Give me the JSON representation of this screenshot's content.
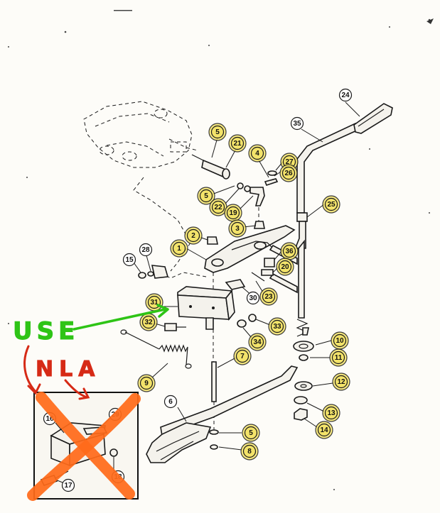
{
  "colors": {
    "highlight": "#f3e36a",
    "plain": "#ffffff",
    "green": "#2ec416",
    "red": "#d62a16",
    "orange": "#ff6a1a"
  },
  "annotations": {
    "use": "USE",
    "nla": "NLA"
  },
  "callouts": [
    {
      "id": "c24",
      "num": "24",
      "hl": false
    },
    {
      "id": "c35",
      "num": "35",
      "hl": false
    },
    {
      "id": "c5a",
      "num": "5",
      "hl": true
    },
    {
      "id": "c21",
      "num": "21",
      "hl": true
    },
    {
      "id": "c4",
      "num": "4",
      "hl": true
    },
    {
      "id": "c27",
      "num": "27",
      "hl": true
    },
    {
      "id": "c26",
      "num": "26",
      "hl": true
    },
    {
      "id": "c5b",
      "num": "5",
      "hl": true
    },
    {
      "id": "c22",
      "num": "22",
      "hl": true
    },
    {
      "id": "c19",
      "num": "19",
      "hl": true
    },
    {
      "id": "c25",
      "num": "25",
      "hl": true
    },
    {
      "id": "c3",
      "num": "3",
      "hl": true
    },
    {
      "id": "c2",
      "num": "2",
      "hl": true
    },
    {
      "id": "c1",
      "num": "1",
      "hl": true
    },
    {
      "id": "c36",
      "num": "36",
      "hl": true
    },
    {
      "id": "c15",
      "num": "15",
      "hl": false
    },
    {
      "id": "c28",
      "num": "28",
      "hl": false
    },
    {
      "id": "c20",
      "num": "20",
      "hl": true
    },
    {
      "id": "c23",
      "num": "23",
      "hl": true
    },
    {
      "id": "c31",
      "num": "31",
      "hl": true
    },
    {
      "id": "c30",
      "num": "30",
      "hl": false
    },
    {
      "id": "c32",
      "num": "32",
      "hl": true
    },
    {
      "id": "c33",
      "num": "33",
      "hl": true
    },
    {
      "id": "c34",
      "num": "34",
      "hl": true
    },
    {
      "id": "c10",
      "num": "10",
      "hl": true
    },
    {
      "id": "c11",
      "num": "11",
      "hl": true
    },
    {
      "id": "c7",
      "num": "7",
      "hl": true
    },
    {
      "id": "c9",
      "num": "9",
      "hl": true
    },
    {
      "id": "c12",
      "num": "12",
      "hl": true
    },
    {
      "id": "c6",
      "num": "6",
      "hl": false
    },
    {
      "id": "c13",
      "num": "13",
      "hl": true
    },
    {
      "id": "c14",
      "num": "14",
      "hl": true
    },
    {
      "id": "c5c",
      "num": "5",
      "hl": true
    },
    {
      "id": "c8",
      "num": "8",
      "hl": true
    },
    {
      "id": "c16",
      "num": "16",
      "hl": false
    },
    {
      "id": "c29",
      "num": "29",
      "hl": false
    },
    {
      "id": "c18",
      "num": "18",
      "hl": false
    },
    {
      "id": "c17",
      "num": "17",
      "hl": false
    }
  ]
}
